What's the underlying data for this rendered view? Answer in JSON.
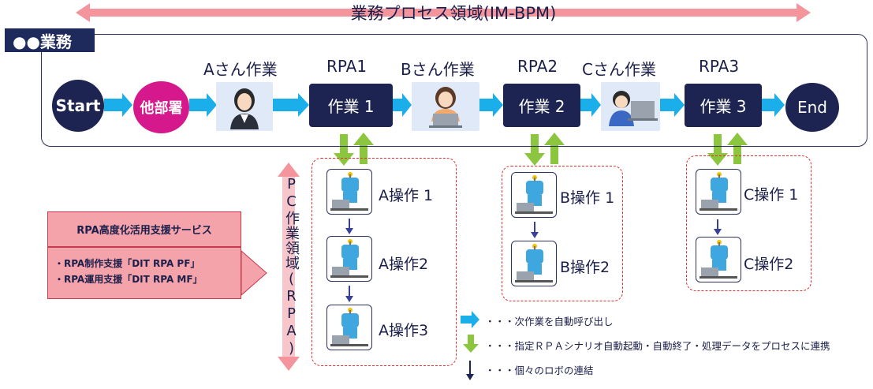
{
  "title": "業務プロセス領域(IM-BPM)",
  "lane": {
    "label": "●●業務"
  },
  "flow": {
    "start": "Start",
    "other_dept": "他部署",
    "end": "End",
    "headers": {
      "a_person": "Aさん作業",
      "rpa1": "RPA1",
      "b_person": "Bさん作業",
      "rpa2": "RPA2",
      "c_person": "Cさん作業",
      "rpa3": "RPA3"
    },
    "tasks": {
      "task1": "作業 1",
      "task2": "作業 2",
      "task3": "作業 3"
    }
  },
  "operations": {
    "a": [
      "A操作 1",
      "A操作2",
      "A操作3"
    ],
    "b": [
      "B操作 1",
      "B操作2"
    ],
    "c": [
      "C操作 1",
      "C操作2"
    ]
  },
  "pc_area_label": "PC作業領域(RPA)",
  "service": {
    "title": "RPA高度化活用支援サービス",
    "items": [
      "・RPA制作支援「DIT RPA PF」",
      "・RPA運用支援「DIT RPA MF」"
    ]
  },
  "legend": {
    "auto_call": "・・・次作業を自動呼び出し",
    "scenario": "・・・指定ＲＰＡシナリオ自動起動・自動終了・処理データをプロセスに連携",
    "robot_link": "・・・個々のロボの連結"
  },
  "colors": {
    "navy": "#1d2451",
    "magenta": "#d5188c",
    "pink": "#f4949c",
    "cyan": "#1aaeea",
    "green": "#8cc63f",
    "red_dash": "#e0302f"
  }
}
